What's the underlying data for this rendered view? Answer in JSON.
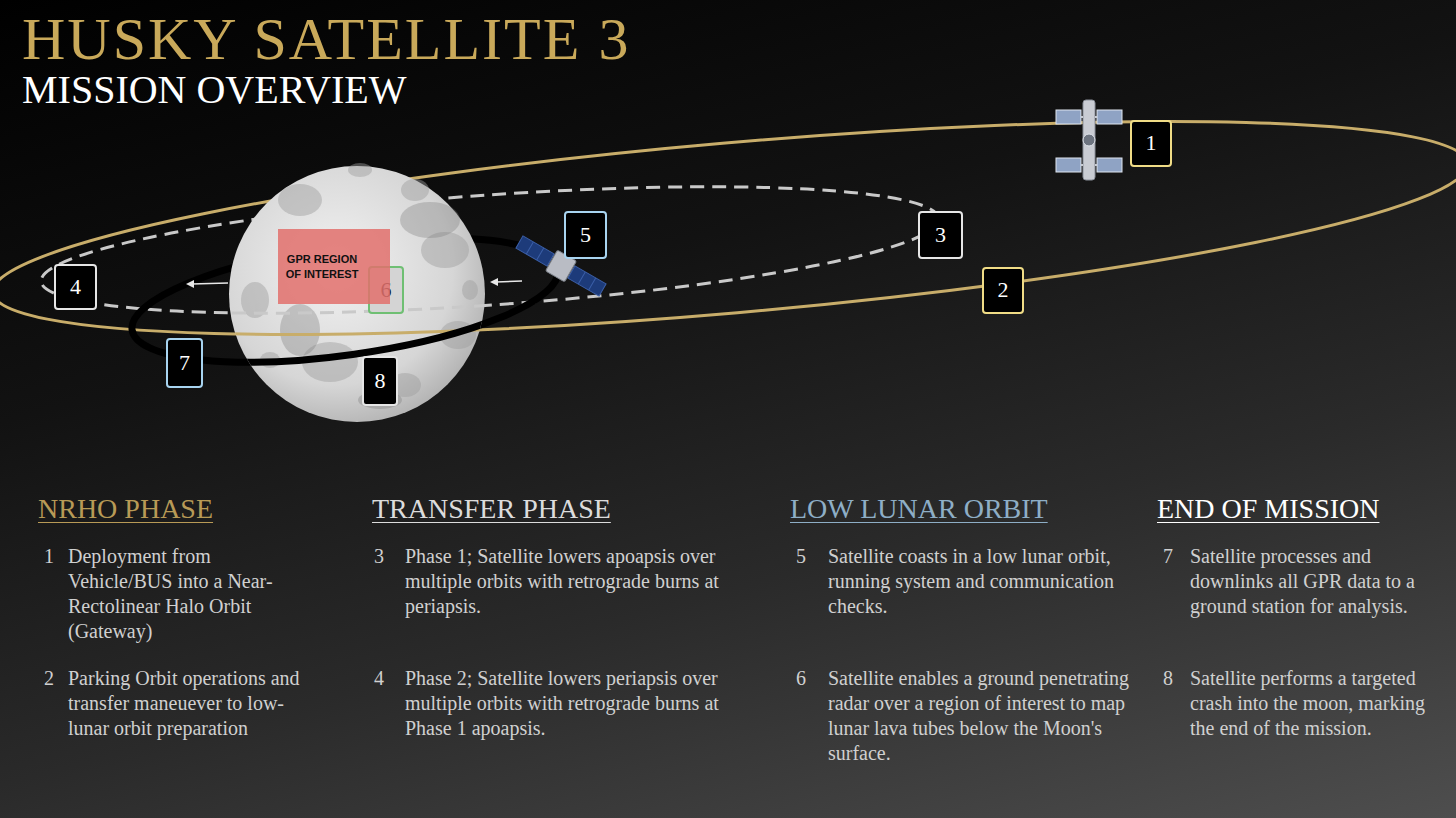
{
  "diagram": {
    "title": "HUSKY SATELLITE 3",
    "nodes": [
      {
        "text": [
          "1"
        ]
      },
      {
        "text": [
          "2"
        ]
      },
      {
        "text": [
          "3"
        ]
      },
      {
        "text": [
          "4"
        ]
      },
      {
        "text": [
          "5"
        ]
      },
      {
        "text": [
          "6"
        ]
      },
      {
        "text": [
          "7"
        ]
      },
      {
        "text": [
          "8"
        ]
      },
      {
        "text": [
          "GPR REGION OF INTEREST"
        ]
      }
    ],
    "labels": [
      "MISSION OVERVIEW",
      "NRHO PHASE",
      "1",
      "Deployment from Vehicle/BUS into a Near-Rectolinear Halo Orbit (Gateway)",
      "2",
      "Parking Orbit operations and transfer maneuever to low-lunar orbit preparation",
      "TRANSFER PHASE",
      "3",
      "Phase 1; Satellite lowers apoapsis over multiple orbits with retrograde burns at periapsis.",
      "4",
      "Phase 2; Satellite lowers periapsis over multiple orbits with retrograde burns at Phase 1 apoapsis.",
      "LOW LUNAR ORBIT",
      "5",
      "Satellite coasts in a low lunar orbit, running system and communication checks.",
      "6",
      "Satellite enables a ground penetrating radar over a region of interest to map lunar lava tubes below the Moon's surface.",
      "END OF MISSION",
      "7",
      "Satellite processes and downlinks all GPR data to a ground station for analysis.",
      "8",
      "Satellite performs a targeted crash into the moon, marking the end of the mission."
    ]
  }
}
